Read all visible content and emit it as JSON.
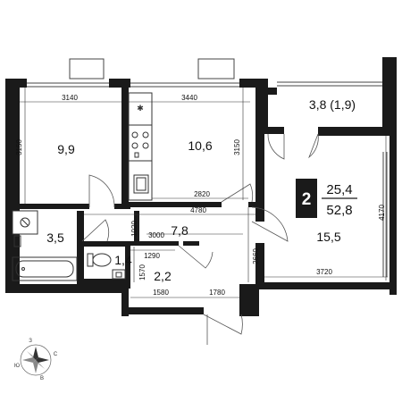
{
  "rooms": {
    "room_left": "9,9",
    "kitchen": "10,6",
    "balcony": "3,8 (1,9)",
    "living": "15,5",
    "bathroom": "3,5",
    "hall": "7,8",
    "wc": "1,4",
    "closet": "2,2"
  },
  "dimensions": {
    "top_left_width": "3140",
    "top_kitchen_width": "3440",
    "left_height": "3150",
    "kitchen_height": "3150",
    "kitchen_lower_width": "2820",
    "hall_width": "4780",
    "hall_inner_width": "3000",
    "hall_small_height": "1020",
    "wc_width": "1290",
    "closet_height": "1570",
    "closet_width": "1580",
    "corridor_width": "1780",
    "living_height": "4170",
    "living_lower_height": "2660",
    "living_width": "3720"
  },
  "badge": {
    "rooms_count": "2",
    "living_area": "25,4",
    "total_area": "52,8"
  },
  "compass": {
    "north": "З",
    "east": "С",
    "south": "В",
    "west": "Ю"
  },
  "colors": {
    "wall": "#1a1a1a",
    "partition": "#9a9a9a",
    "badge_bg": "#1a1a1a"
  }
}
